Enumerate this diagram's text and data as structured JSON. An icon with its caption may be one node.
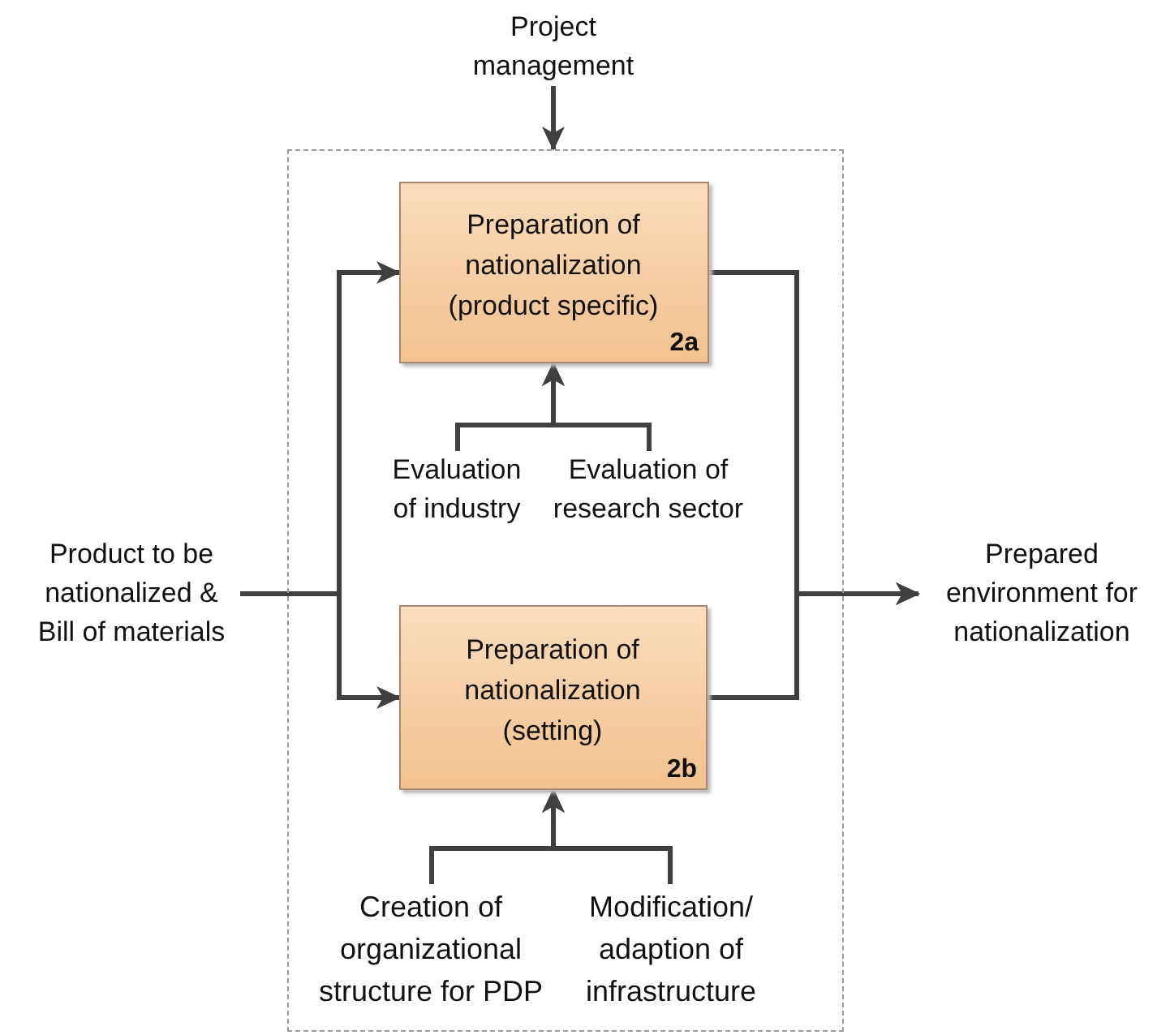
{
  "diagram": {
    "nodes": [
      {
        "text": [],
        "shape": "box"
      },
      {
        "text": [
          "Project management"
        ]
      },
      {
        "text": [
          "Product to be nationalized & Bill of materials"
        ]
      },
      {
        "text": [
          "Preparation of nationalization (product specific)",
          "2a"
        ],
        "in": 0
      },
      {
        "text": [
          "Evaluation of industry"
        ],
        "in": 0
      },
      {
        "text": [
          "Evaluation of research sector"
        ],
        "in": 0
      },
      {
        "text": [
          "Preparation of nationalization (setting)",
          "2b"
        ],
        "in": 0
      },
      {
        "text": [
          "Creation of organizational structure for PDP"
        ],
        "in": 0
      },
      {
        "text": [
          "Modification/ adaption of infrastructure"
        ],
        "in": 0
      },
      {
        "text": [
          "Prepared environment for nationalization"
        ]
      }
    ],
    "edges": [
      {
        "from": 1,
        "to": 0,
        "arrow": "to"
      },
      {
        "from": 2,
        "to": 3,
        "arrow": "to"
      },
      {
        "from": 2,
        "to": 6,
        "arrow": "to"
      },
      {
        "from": 4,
        "to": 3,
        "arrow": "to"
      },
      {
        "from": 5,
        "to": 3,
        "arrow": "to"
      },
      {
        "from": 7,
        "to": 6,
        "arrow": "to"
      },
      {
        "from": 8,
        "to": 6,
        "arrow": "to"
      },
      {
        "from": 3,
        "to": 9,
        "arrow": "to"
      },
      {
        "from": 6,
        "to": 9,
        "arrow": "to"
      }
    ]
  }
}
